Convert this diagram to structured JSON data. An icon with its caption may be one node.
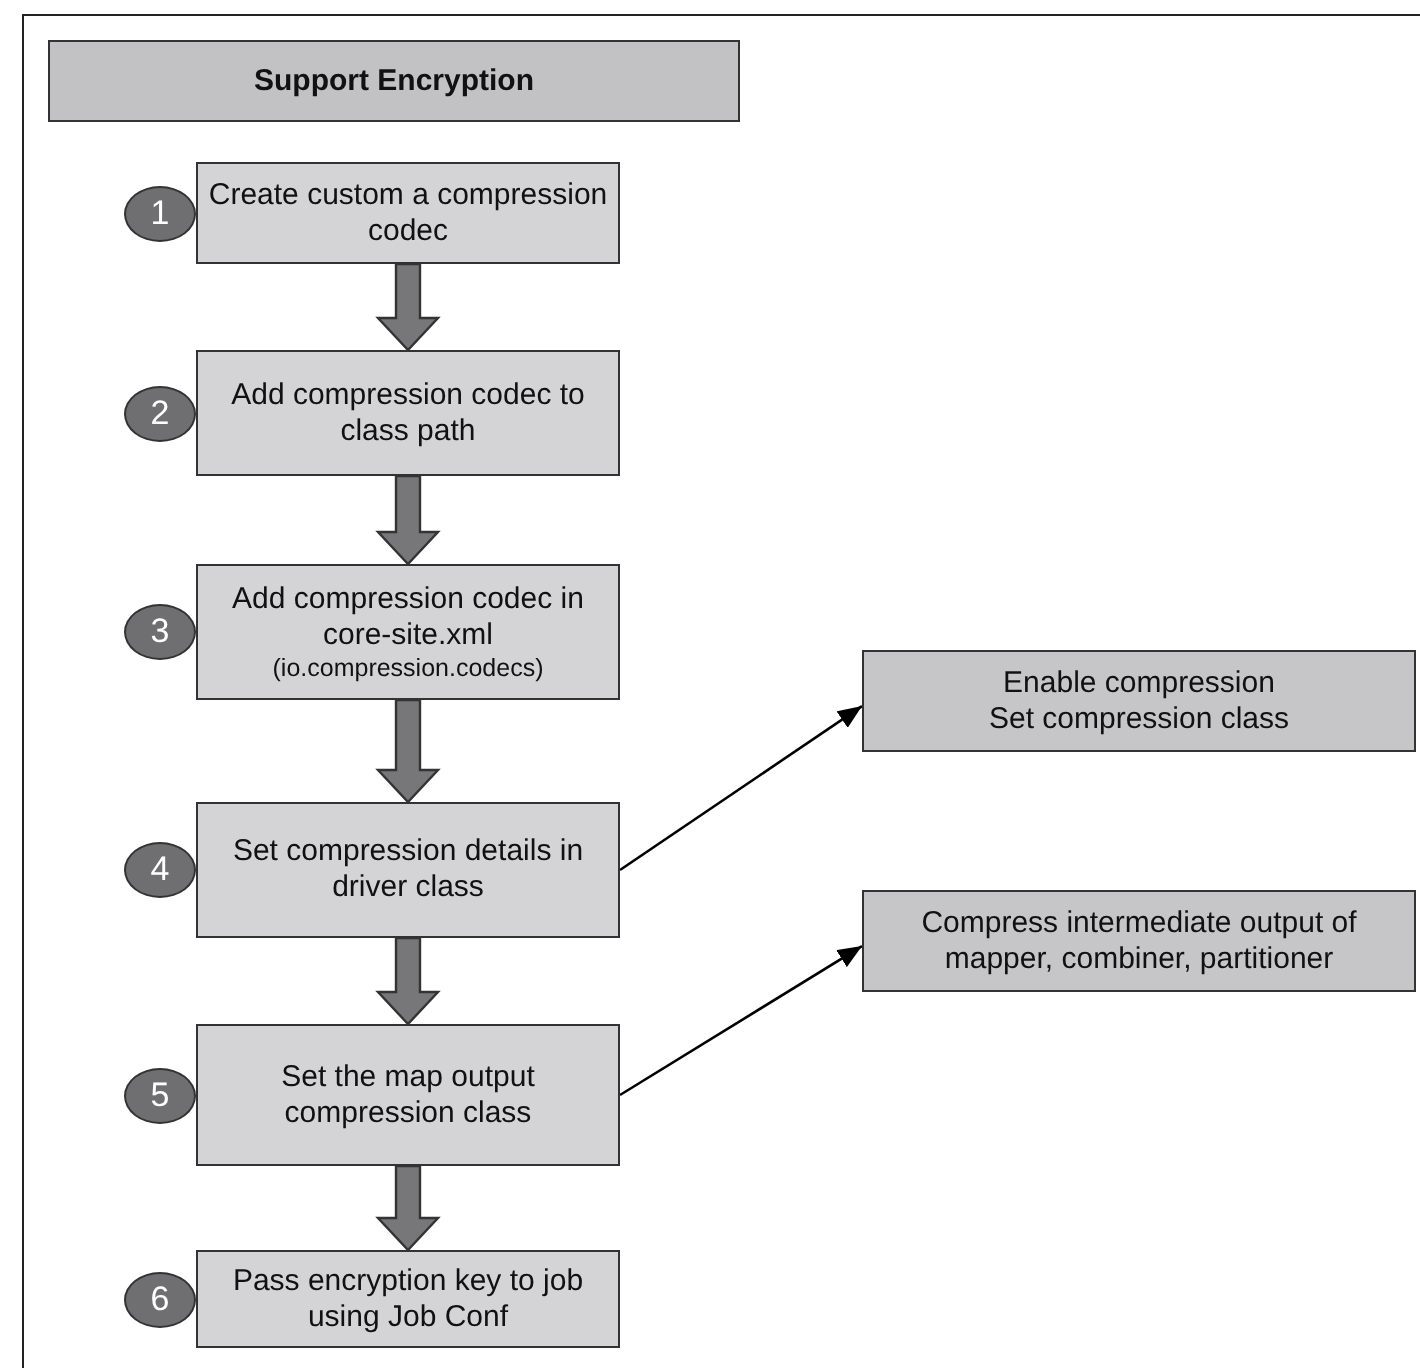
{
  "diagram": {
    "nodes": [
      {
        "text": [
          "Support Encryption"
        ]
      },
      {
        "text": [
          "1"
        ]
      },
      {
        "text": [
          "Create custom a compression codec"
        ]
      },
      {
        "text": [
          "2"
        ]
      },
      {
        "text": [
          "Add compression codec to class path"
        ]
      },
      {
        "text": [
          "3"
        ]
      },
      {
        "text": [
          "Add compression codec in core-site.xml",
          "(io.compression.codecs)"
        ]
      },
      {
        "text": [
          "4"
        ]
      },
      {
        "text": [
          "Set compression details in driver class"
        ]
      },
      {
        "text": [
          "5"
        ]
      },
      {
        "text": [
          "Set the map output compression class"
        ]
      },
      {
        "text": [
          "6"
        ]
      },
      {
        "text": [
          "Pass encryption key to job using Job Conf"
        ]
      },
      {
        "text": [
          "Enable compression",
          "Set compression class"
        ]
      },
      {
        "text": [
          "Compress intermediate output of mapper, combiner, partitioner"
        ]
      }
    ],
    "edges": [
      {
        "from": 2,
        "to": 4,
        "arrow": "to",
        "style": "thick"
      },
      {
        "from": 4,
        "to": 6,
        "arrow": "to",
        "style": "thick"
      },
      {
        "from": 6,
        "to": 8,
        "arrow": "to",
        "style": "thick"
      },
      {
        "from": 8,
        "to": 10,
        "arrow": "to",
        "style": "thick"
      },
      {
        "from": 10,
        "to": 12,
        "arrow": "to",
        "style": "thick"
      },
      {
        "from": 8,
        "to": 13,
        "arrow": "to",
        "color": "#000000"
      },
      {
        "from": 10,
        "to": 14,
        "arrow": "to",
        "color": "#000000"
      }
    ]
  }
}
